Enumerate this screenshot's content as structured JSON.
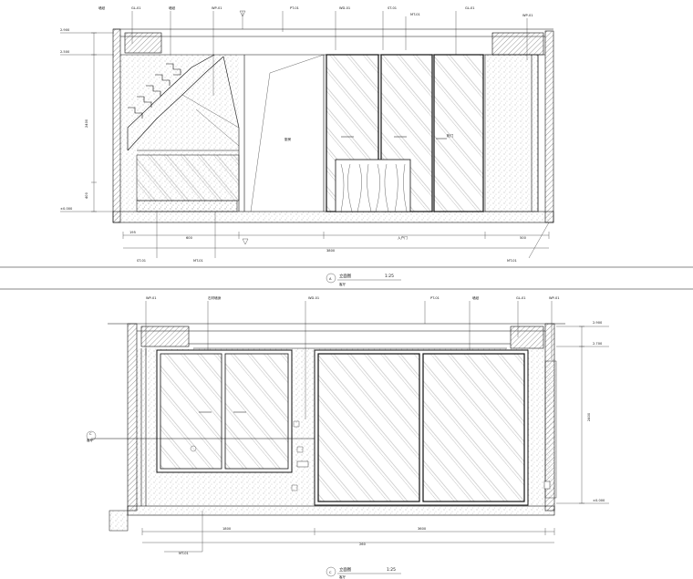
{
  "drawings": [
    {
      "id": "A",
      "title_text": "立面图",
      "scale": "1:25",
      "subtitle": "客厅",
      "tags": [
        "GL-01",
        "墙纸",
        "WP-01",
        "PT-01",
        "WD-01",
        "ST-01",
        "MT-01",
        "GL-01",
        "WP-01"
      ],
      "level_marks": [
        "2.900",
        "2.500",
        "±0.000"
      ],
      "height_dims": [
        "2400",
        "400"
      ],
      "bottom_dims": [
        "195",
        "600",
        "3800",
        "500"
      ],
      "bottom_label": "入户门",
      "bottom_tags": [
        "ST-01",
        "MT-01",
        "MT-01"
      ],
      "door_label": "厨房",
      "cabinet_label": "柜门"
    },
    {
      "id": "C",
      "title_text": "立面图",
      "scale": "1:25",
      "subtitle": "客厅",
      "tags": [
        "WP-01",
        "石材墙身",
        "WD-01",
        "PT-01",
        "墙纸",
        "GL-01",
        "WP-01"
      ],
      "level_marks": [
        "2.900",
        "2.700",
        "±0.000"
      ],
      "height_dims": [
        "2400"
      ],
      "bottom_dims": [
        "1800",
        "3600",
        "260"
      ],
      "bottom_tags": [
        "MT-01"
      ],
      "side_marker": "C",
      "side_marker_sub": "客厅"
    }
  ]
}
